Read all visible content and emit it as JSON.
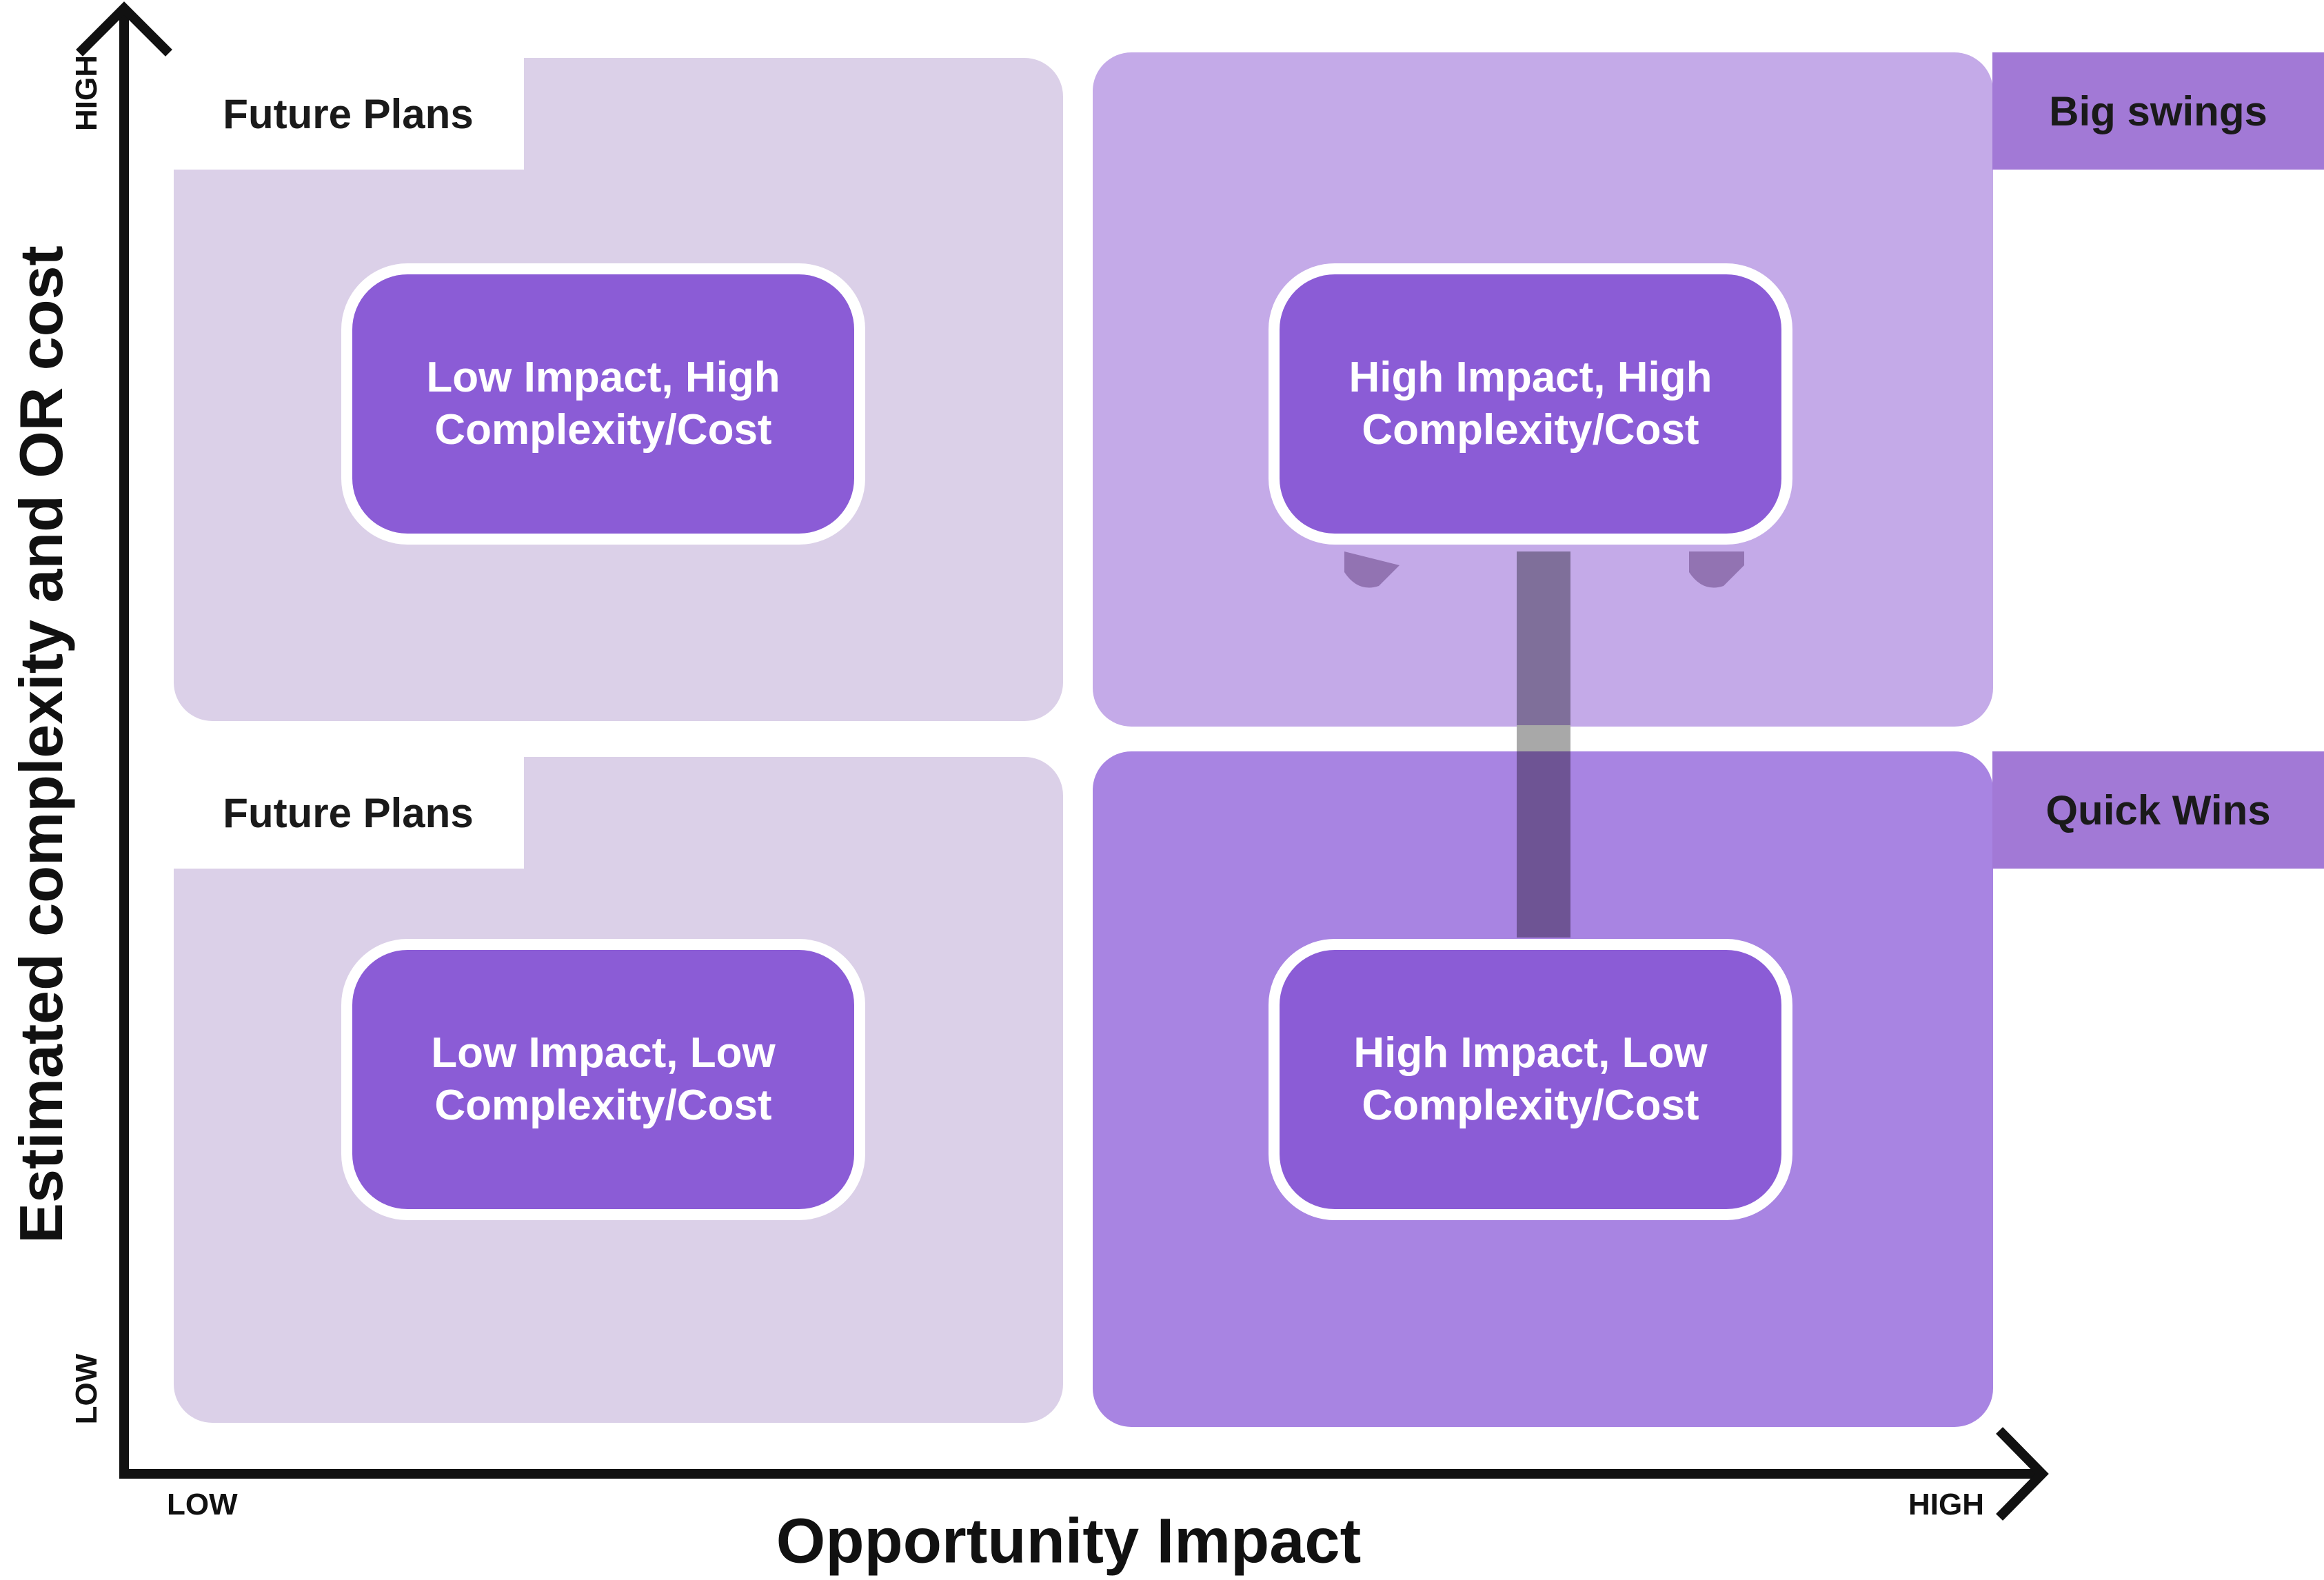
{
  "quadrants": [
    {
      "tag": "Future Plans",
      "card_line1": "Low Impact, High",
      "card_line2": "Complexity/Cost"
    },
    {
      "tag": "Big swings",
      "card_line1": "High Impact, High",
      "card_line2": "Complexity/Cost"
    },
    {
      "tag": "Future Plans",
      "card_line1": "Low Impact, Low",
      "card_line2": "Complexity/Cost"
    },
    {
      "tag": "Quick Wins",
      "card_line1": "High Impact, Low",
      "card_line2": "Complexity/Cost"
    }
  ],
  "axes": {
    "x_title": "Opportunity Impact",
    "y_title": "Estimated complexity and OR cost",
    "x_low": "LOW",
    "x_high": "HIGH",
    "y_low": "LOW",
    "y_high": "HIGH"
  },
  "colors": {
    "light_quadrant": "#dbd0e8",
    "top_right_quadrant": "#c4aae8",
    "bottom_right_quadrant": "#a884e2",
    "card": "#8b5cd6",
    "tag_purple": "#a279d6",
    "connector": "#6e5494"
  }
}
